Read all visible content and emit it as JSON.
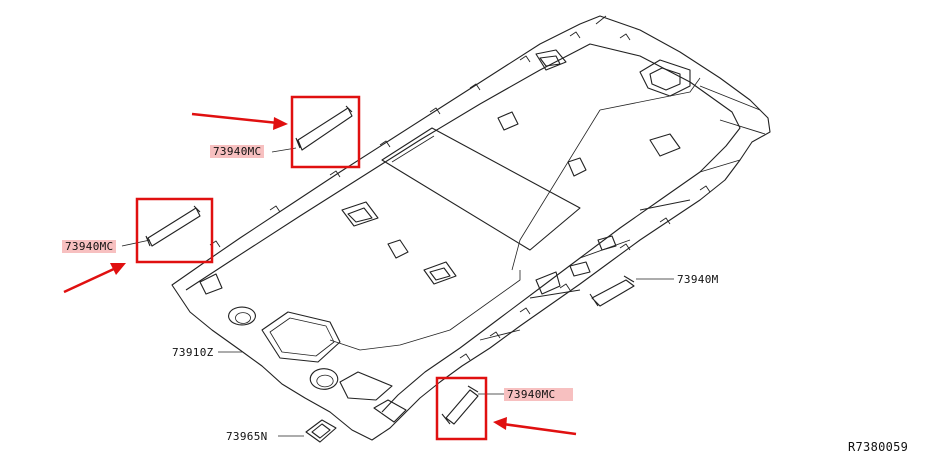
{
  "labels": {
    "mc_top": "73940MC",
    "mc_left": "73940MC",
    "mc_bottom": "73940MC",
    "m": "73940M",
    "headlining": "73910Z",
    "clip": "73965N",
    "ref": "R7380059"
  },
  "colors": {
    "highlight_box": "#e01010",
    "arrow": "#e01010",
    "label_highlight": "#f08c8c",
    "line": "#222222"
  }
}
